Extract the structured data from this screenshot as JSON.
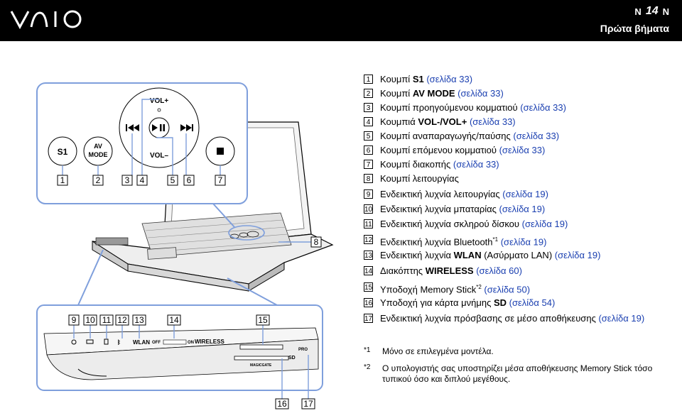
{
  "header": {
    "brand": "VAIO",
    "page_number": "14",
    "prev_arrow": "N",
    "next_arrow": "N",
    "section_title": "Πρώτα βήματα"
  },
  "figure": {
    "buttons": {
      "s1": "S1",
      "av_mode_1": "AV",
      "av_mode_2": "MODE",
      "vol_plus": "VOL+",
      "vol_minus": "VOL–"
    },
    "callouts_top": [
      "1",
      "2",
      "3",
      "4",
      "5",
      "6",
      "7"
    ],
    "callout_side": "8",
    "callouts_front": [
      "9",
      "10",
      "11",
      "12",
      "13",
      "14",
      "15"
    ],
    "callouts_bottom": [
      "16",
      "17"
    ],
    "front_labels": {
      "wlan": "WLAN",
      "off": "OFF",
      "on": "ON",
      "wireless": "WIRELESS",
      "pro": "PRO",
      "sd": "SD",
      "magicgate": "MAGICGATE"
    }
  },
  "items": [
    {
      "n": "1",
      "pre": "Κουμπί ",
      "bold": "S1",
      "post": " ",
      "link": "(σελίδα 33)"
    },
    {
      "n": "2",
      "pre": "Κουμπί ",
      "bold": "AV MODE",
      "post": " ",
      "link": "(σελίδα 33)"
    },
    {
      "n": "3",
      "pre": "Κουμπί προηγούμενου κομματιού ",
      "bold": "",
      "post": "",
      "link": "(σελίδα 33)"
    },
    {
      "n": "4",
      "pre": "Κουμπιά ",
      "bold": "VOL-/VOL+",
      "post": " ",
      "link": "(σελίδα 33)"
    },
    {
      "n": "5",
      "pre": "Κουμπί αναπαραγωγής/παύσης ",
      "bold": "",
      "post": "",
      "link": "(σελίδα 33)"
    },
    {
      "n": "6",
      "pre": "Κουμπί επόμενου κομματιού ",
      "bold": "",
      "post": "",
      "link": "(σελίδα 33)"
    },
    {
      "n": "7",
      "pre": "Κουμπί διακοπής ",
      "bold": "",
      "post": "",
      "link": "(σελίδα 33)"
    },
    {
      "n": "8",
      "pre": "Κουμπί λειτουργίας",
      "bold": "",
      "post": "",
      "link": ""
    },
    {
      "n": "9",
      "pre": "Ενδεικτική λυχνία λειτουργίας ",
      "bold": "",
      "post": "",
      "link": "(σελίδα 19)"
    },
    {
      "n": "10",
      "pre": "Ενδεικτική λυχνία μπαταρίας ",
      "bold": "",
      "post": "",
      "link": "(σελίδα 19)"
    },
    {
      "n": "11",
      "pre": "Ενδεικτική λυχνία σκληρού δίσκου ",
      "bold": "",
      "post": "",
      "link": "(σελίδα 19)"
    },
    {
      "n": "12",
      "pre": "Ενδεικτική λυχνία Bluetooth",
      "sup": "*1",
      "bold": "",
      "post": " ",
      "link": "(σελίδα 19)"
    },
    {
      "n": "13",
      "pre": "Ενδεικτική λυχνία ",
      "bold": "WLAN",
      "post": " (Ασύρματο LAN) ",
      "link": "(σελίδα 19)"
    },
    {
      "n": "14",
      "pre": "Διακόπτης ",
      "bold": "WIRELESS",
      "post": " ",
      "link": "(σελίδα 60)"
    },
    {
      "n": "15",
      "pre": "Υποδοχή Memory Stick",
      "sup": "*2",
      "bold": "",
      "post": " ",
      "link": "(σελίδα 50)"
    },
    {
      "n": "16",
      "pre": "Υποδοχή για κάρτα μνήμης ",
      "bold": "SD",
      "post": " ",
      "link": "(σελίδα 54)"
    },
    {
      "n": "17",
      "pre": "Ενδεικτική λυχνία πρόσβασης σε μέσο αποθήκευσης ",
      "bold": "",
      "post": "",
      "link": "(σελίδα 19)"
    }
  ],
  "notes": [
    {
      "marker": "*1",
      "text": "Μόνο σε επιλεγμένα μοντέλα."
    },
    {
      "marker": "*2",
      "text": "Ο υπολογιστής σας υποστηρίζει μέσα αποθήκευσης Memory Stick τόσο τυπικού όσο και διπλού μεγέθους."
    }
  ]
}
